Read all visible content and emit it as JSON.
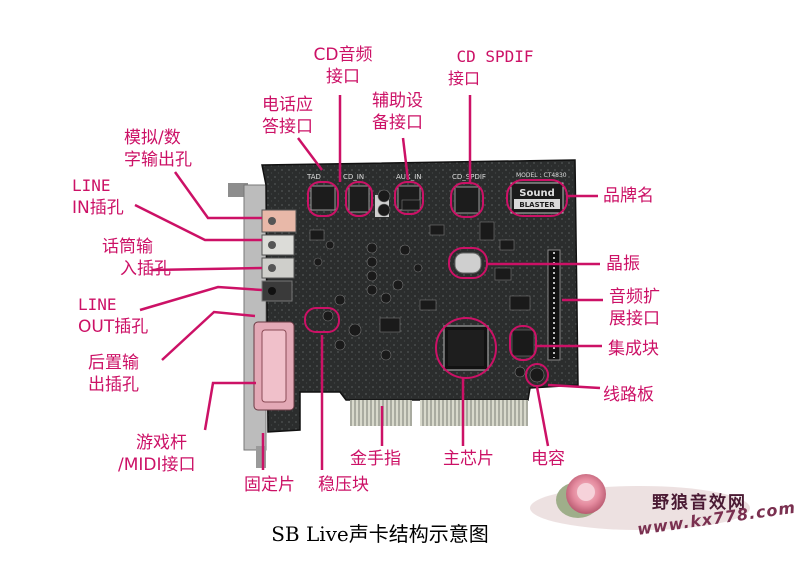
{
  "labels": {
    "cd_audio_l1": "CD音频",
    "cd_audio_l2": "接口",
    "cd_spdif_l1": "CD SPDIF",
    "cd_spdif_l2": "接口",
    "tad_l1": "电话应",
    "tad_l2": "答接口",
    "aux_l1": "辅助设",
    "aux_l2": "备接口",
    "analog_l1": "模拟/数",
    "analog_l2": "字输出孔",
    "linein_l1": "LINE",
    "linein_l2": "IN插孔",
    "mic_l1": "话筒输",
    "mic_l2": "入插孔",
    "lineout_l1": "LINE",
    "lineout_l2": "OUT插孔",
    "rear_l1": "后置输",
    "rear_l2": "出插孔",
    "joystick_l1": "游戏杆",
    "joystick_l2": "/MIDI接口",
    "bracket": "固定片",
    "regulator": "稳压块",
    "gold_finger": "金手指",
    "main_chip": "主芯片",
    "capacitor": "电容",
    "brand": "品牌名",
    "crystal": "晶振",
    "expansion_l1": "音频扩",
    "expansion_l2": "展接口",
    "ic": "集成块",
    "pcb": "线路板"
  },
  "board_silkscreen": {
    "tad": "TAD",
    "cd_in": "CD_IN",
    "aux_in": "AUX_IN",
    "cd_spdif": "CD_SPDIF",
    "model": "MODEL : CT4830",
    "brand_top": "Sound",
    "brand_bottom": "BLASTER"
  },
  "caption": "SB Live声卡结构示意图",
  "watermark": {
    "name": "野狼音效网",
    "url": "www.kx778.com"
  },
  "colors": {
    "annotation": "#cc1166",
    "pcb": "#2e3030",
    "gold": "#b8b8a8",
    "bracket": "#b0b0b0"
  }
}
